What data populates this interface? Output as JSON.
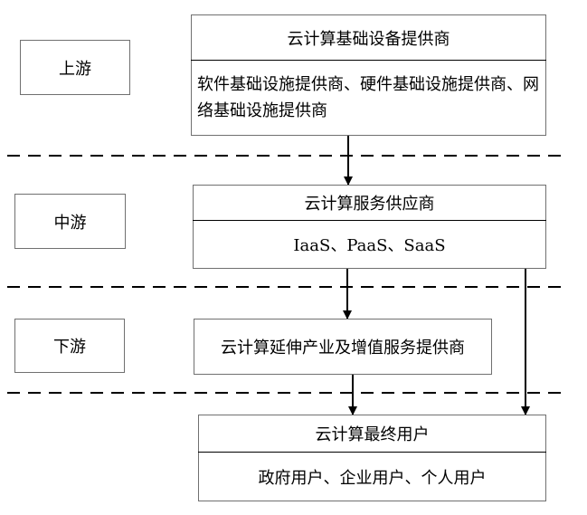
{
  "stages": {
    "upstream": "上游",
    "midstream": "中游",
    "downstream": "下游"
  },
  "upstream_box": {
    "title": "云计算基础设备提供商",
    "body": "软件基础设施提供商、硬件基础设施提供商、网络基础设施提供商"
  },
  "midstream_box": {
    "title": "云计算服务供应商",
    "body": "IaaS、PaaS、SaaS"
  },
  "downstream_box": {
    "title": "云计算延伸产业及增值服务提供商"
  },
  "end_box": {
    "title": "云计算最终用户",
    "body": "政府用户、企业用户、个人用户"
  },
  "colors": {
    "border": "#707070",
    "line": "#000000"
  }
}
